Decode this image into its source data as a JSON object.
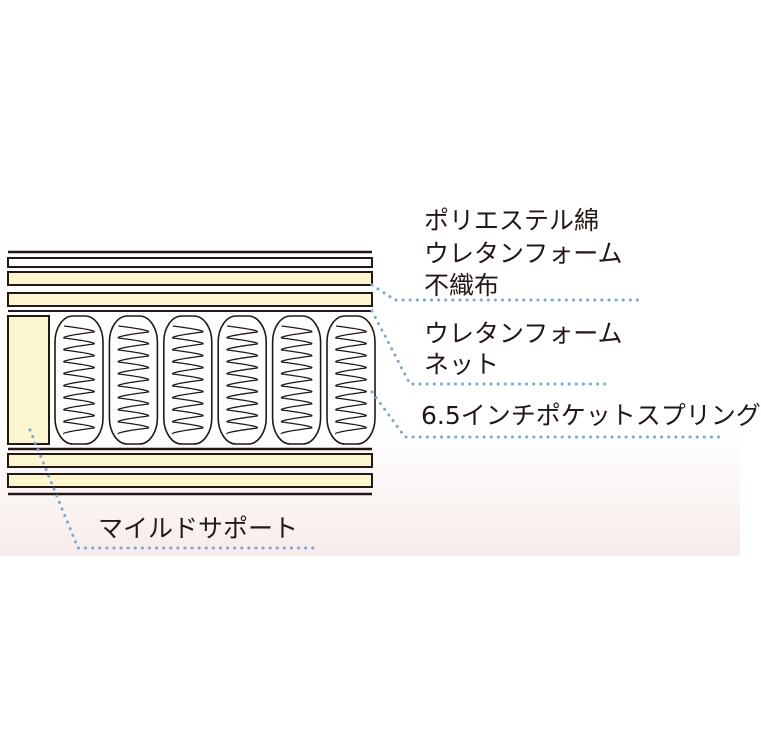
{
  "labels": {
    "polyester": "ポリエステル綿",
    "urethane_top": "ウレタンフォーム",
    "nonwoven": "不織布",
    "urethane_mid": "ウレタンフォーム",
    "net": "ネット",
    "spring": "6.5インチポケットスプリング",
    "mild_support": "マイルドサポート"
  },
  "colors": {
    "foam": "#fbf6cf",
    "line": "#231815",
    "leader": "#7ea6d6",
    "bottom_tint": "#f6ecea"
  }
}
